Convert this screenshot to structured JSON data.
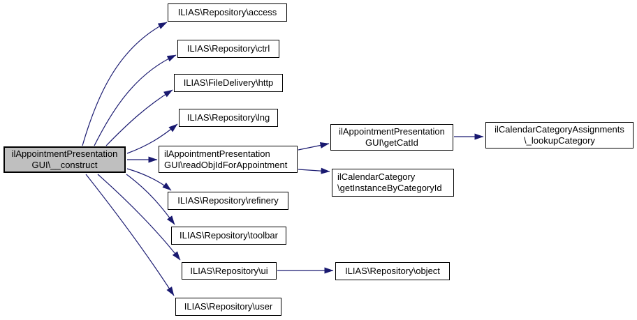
{
  "diagram": {
    "type": "call-graph",
    "colors": {
      "edge": "#191970",
      "node_border": "#000000",
      "node_fill": "#ffffff",
      "highlight_fill": "#bfbfbf",
      "text": "#000000",
      "background": "#ffffff"
    },
    "nodes": {
      "construct": {
        "label": "ilAppointmentPresentation\nGUI\\__construct",
        "highlighted": true
      },
      "access": {
        "label": "ILIAS\\Repository\\access"
      },
      "ctrl": {
        "label": "ILIAS\\Repository\\ctrl"
      },
      "http": {
        "label": "ILIAS\\FileDelivery\\http"
      },
      "lng": {
        "label": "ILIAS\\Repository\\lng"
      },
      "readObjIdForAppointment": {
        "label": "ilAppointmentPresentation\nGUI\\readObjIdForAppointment"
      },
      "refinery": {
        "label": "ILIAS\\Repository\\refinery"
      },
      "toolbar": {
        "label": "ILIAS\\Repository\\toolbar"
      },
      "ui": {
        "label": "ILIAS\\Repository\\ui"
      },
      "user": {
        "label": "ILIAS\\Repository\\user"
      },
      "getCatId": {
        "label": "ilAppointmentPresentation\nGUI\\getCatId"
      },
      "getInstanceByCategoryId": {
        "label": "ilCalendarCategory\n\\getInstanceByCategoryId"
      },
      "lookupCategory": {
        "label": "ilCalendarCategoryAssignments\n\\_lookupCategory"
      },
      "object": {
        "label": "ILIAS\\Repository\\object"
      }
    },
    "edges": [
      {
        "from": "construct",
        "to": "access"
      },
      {
        "from": "construct",
        "to": "ctrl"
      },
      {
        "from": "construct",
        "to": "http"
      },
      {
        "from": "construct",
        "to": "lng"
      },
      {
        "from": "construct",
        "to": "readObjIdForAppointment"
      },
      {
        "from": "construct",
        "to": "refinery"
      },
      {
        "from": "construct",
        "to": "toolbar"
      },
      {
        "from": "construct",
        "to": "ui"
      },
      {
        "from": "construct",
        "to": "user"
      },
      {
        "from": "readObjIdForAppointment",
        "to": "getCatId"
      },
      {
        "from": "readObjIdForAppointment",
        "to": "getInstanceByCategoryId"
      },
      {
        "from": "getCatId",
        "to": "lookupCategory"
      },
      {
        "from": "ui",
        "to": "object"
      }
    ]
  }
}
